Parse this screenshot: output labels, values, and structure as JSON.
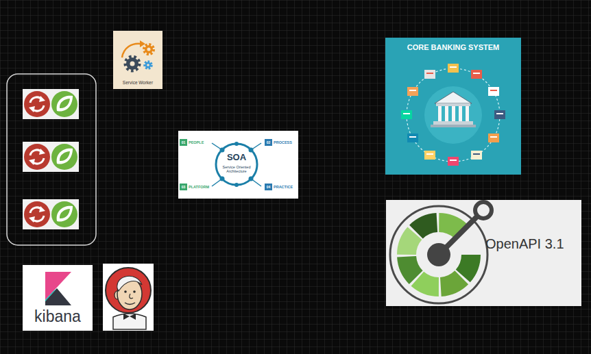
{
  "diagram": {
    "nodes": [
      {
        "text": [
          "Service Worker"
        ]
      },
      {
        "text": [
          "CORE BANKING SYSTEM"
        ]
      },
      {
        "text": [
          "SOA",
          "Service Oriented Architecture"
        ]
      },
      {
        "text": [
          "OpenAPI 3.1"
        ]
      },
      {
        "text": [
          "kibana"
        ]
      }
    ],
    "labels": [
      "01",
      "PEOPLE",
      "02",
      "PROCESS",
      "03",
      "PLATFORM",
      "04",
      "PRACTICE"
    ]
  }
}
